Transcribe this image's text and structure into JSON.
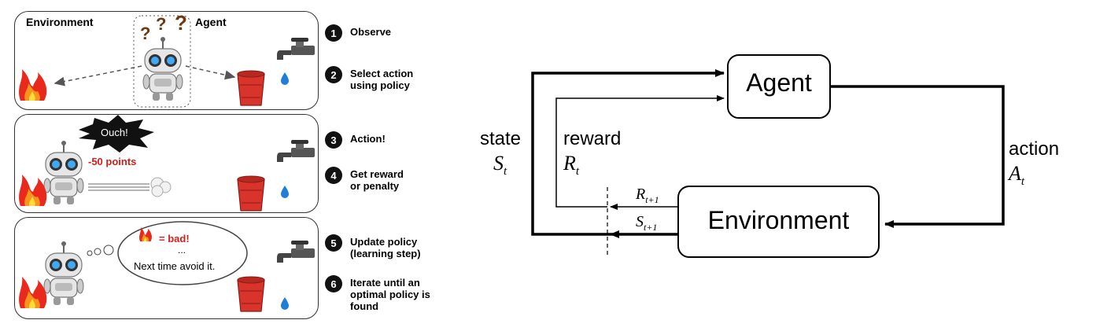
{
  "left": {
    "panel1": {
      "env_label": "Environment",
      "agent_label": "Agent",
      "question_marks": [
        "?",
        "?",
        "?"
      ]
    },
    "panel2": {
      "ouch": "Ouch!",
      "points": "-50 points"
    },
    "panel3": {
      "bad": "= bad!",
      "dots": "...",
      "next": "Next time avoid it."
    },
    "steps": [
      {
        "num": "1",
        "text": "Observe"
      },
      {
        "num": "2",
        "text": "Select action\nusing policy"
      },
      {
        "num": "3",
        "text": "Action!"
      },
      {
        "num": "4",
        "text": "Get reward\nor penalty"
      },
      {
        "num": "5",
        "text": "Update policy\n(learning step)"
      },
      {
        "num": "6",
        "text": "Iterate until an\noptimal policy is\nfound"
      }
    ]
  },
  "right": {
    "agent": "Agent",
    "environment": "Environment",
    "state_word": "state",
    "state_sym": "S",
    "state_sub": "t",
    "reward_word": "reward",
    "reward_sym": "R",
    "reward_sub": "t",
    "action_word": "action",
    "action_sym": "A",
    "action_sub": "t",
    "r_next_sym": "R",
    "r_next_sub": "t+1",
    "s_next_sym": "S",
    "s_next_sub": "t+1"
  },
  "colors": {
    "fire_red": "#e8291c",
    "fire_orange": "#f7941d",
    "bucket": "#d9342b",
    "eye": "#3fa9f5",
    "penalty": "#d0201a"
  }
}
